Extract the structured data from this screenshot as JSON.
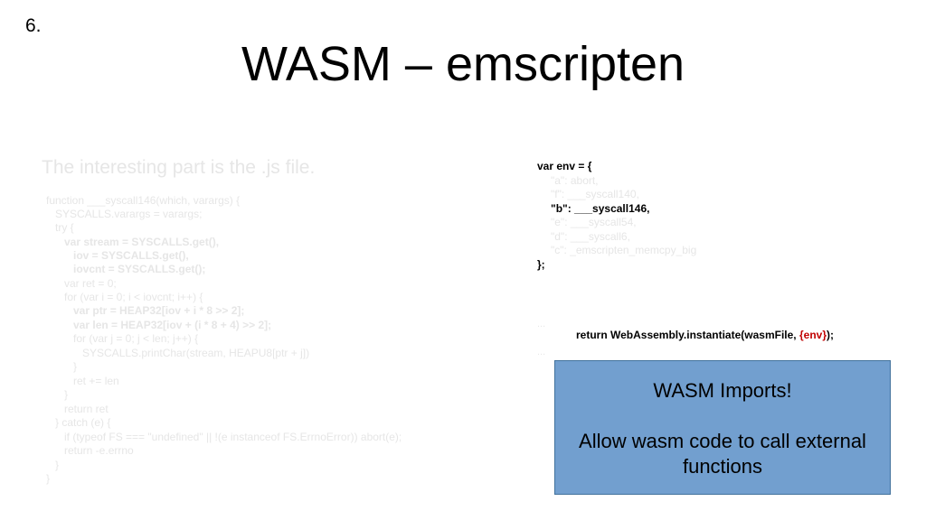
{
  "slide": {
    "number": "6.",
    "title": "WASM – emscripten"
  },
  "left": {
    "heading": "The interesting part is the .js file.",
    "code_lines": [
      "function ___syscall146(which, varargs) {",
      "   SYSCALLS.varargs = varargs;",
      "   try {",
      "      var stream = SYSCALLS.get(),",
      "         iov = SYSCALLS.get(),",
      "         iovcnt = SYSCALLS.get();",
      "      var ret = 0;",
      "      for (var i = 0; i < iovcnt; i++) {",
      "         var ptr = HEAP32[iov + i * 8 >> 2];",
      "         var len = HEAP32[iov + (i * 8 + 4) >> 2];",
      "         for (var j = 0; j < len; j++) {",
      "            SYSCALLS.printChar(stream, HEAPU8[ptr + j])",
      "         }",
      "         ret += len",
      "      }",
      "      return ret",
      "   } catch (e) {",
      "      if (typeof FS === \"undefined\" || !(e instanceof FS.ErrnoError)) abort(e);",
      "      return -e.errno",
      "   }",
      "}"
    ],
    "bold_lines": [
      3,
      4,
      5,
      8,
      9
    ]
  },
  "right": {
    "env_open": "var env = {",
    "env_entries": [
      "\"a\": abort,",
      "\"f\": ___syscall140,",
      "\"b\": ___syscall146,",
      "\"e\": ___syscall54,",
      "\"d\": ___syscall6,",
      "\"c\": _emscripten_memcpy_big"
    ],
    "highlight_index": 2,
    "env_close": "};",
    "dots_top": "...",
    "dots_bottom": "...",
    "return_prefix": "return WebAssembly.instantiate(wasmFile, ",
    "return_env": "{env}",
    "return_suffix": ");"
  },
  "callout": {
    "title": "WASM Imports!",
    "body": "Allow wasm code to call external functions",
    "fill_color": "#729fcf"
  }
}
